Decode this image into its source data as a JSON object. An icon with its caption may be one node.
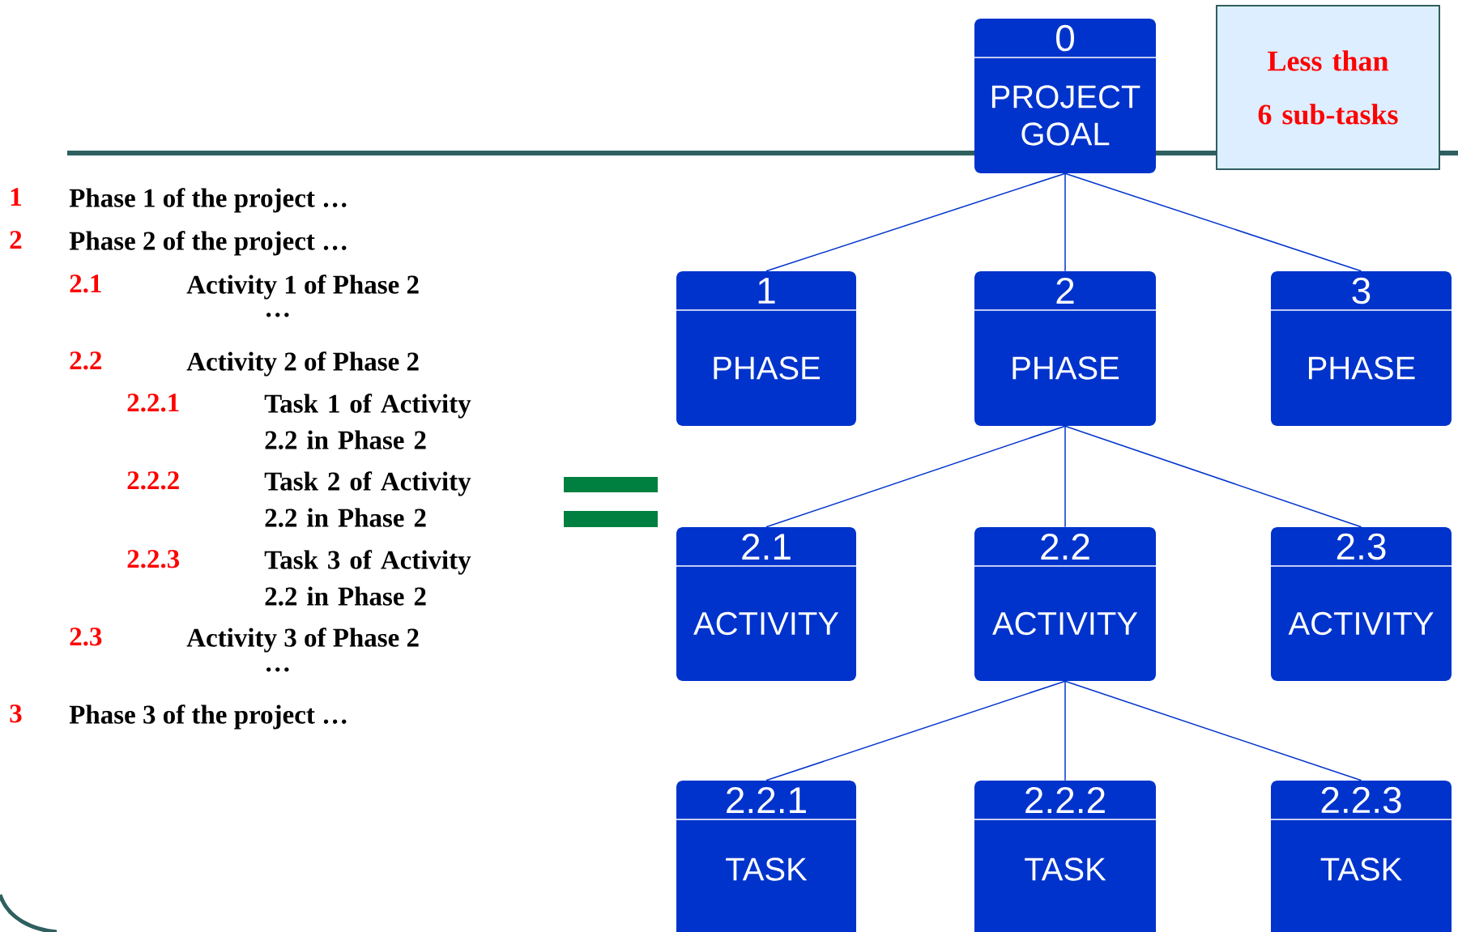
{
  "diagram": {
    "nodes": [
      {
        "text": [
          "0",
          "PROJECT GOAL"
        ]
      },
      {
        "text": [
          "Less than 6 sub-tasks"
        ]
      },
      {
        "text": [
          "1",
          "PHASE"
        ]
      },
      {
        "text": [
          "2",
          "PHASE"
        ]
      },
      {
        "text": [
          "3",
          "PHASE"
        ]
      },
      {
        "text": [
          "2.1",
          "ACTIVITY"
        ]
      },
      {
        "text": [
          "2.2",
          "ACTIVITY"
        ]
      },
      {
        "text": [
          "2.3",
          "ACTIVITY"
        ]
      },
      {
        "text": [
          "2.2.1",
          "TASK"
        ]
      },
      {
        "text": [
          "2.2.2",
          "TASK"
        ]
      },
      {
        "text": [
          "2.2.3",
          "TASK"
        ]
      }
    ],
    "edges": [
      {
        "from": 0,
        "to": 2,
        "arrow": "none"
      },
      {
        "from": 0,
        "to": 3,
        "arrow": "none"
      },
      {
        "from": 0,
        "to": 4,
        "arrow": "none"
      },
      {
        "from": 3,
        "to": 5,
        "arrow": "none"
      },
      {
        "from": 3,
        "to": 6,
        "arrow": "none"
      },
      {
        "from": 3,
        "to": 7,
        "arrow": "none"
      },
      {
        "from": 6,
        "to": 8,
        "arrow": "none"
      },
      {
        "from": 6,
        "to": 9,
        "arrow": "none"
      },
      {
        "from": 6,
        "to": 10,
        "arrow": "none"
      }
    ],
    "labels": [
      "1",
      "Phase 1 of the project …",
      "2",
      "Phase 2 of the project …",
      "2.1",
      "Activity 1 of Phase 2",
      "…",
      "2.2",
      "Activity 2 of Phase 2",
      "2.2.1",
      "Task 1 of Activity 2.2 in Phase 2",
      "2.2.2",
      "Task 2 of Activity 2.2 in Phase 2",
      "2.2.3",
      "Task 3 of Activity 2.2 in Phase 2",
      "2.3",
      "Activity 3 of Phase 2",
      "…",
      "3",
      "Phase 3 of the project …"
    ]
  }
}
